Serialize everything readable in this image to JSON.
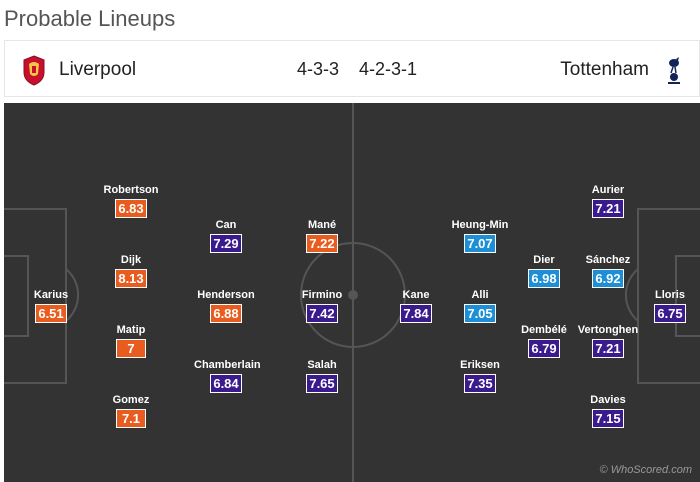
{
  "page": {
    "title": "Probable Lineups"
  },
  "home": {
    "name": "Liverpool",
    "formation": "4-3-3",
    "crest_icon": "liverpool-crest-icon",
    "color": "#e85d1f"
  },
  "away": {
    "name": "Tottenham",
    "formation": "4-2-3-1",
    "crest_icon": "tottenham-crest-icon",
    "color": "#3a1a8c"
  },
  "rating_colors": {
    "orange": "#e85d1f",
    "purple": "#3a1a8c",
    "blue": "#1d8fd6"
  },
  "home_players": [
    {
      "name": "Karius",
      "rating": "6.51",
      "color": "orange"
    },
    {
      "name": "Robertson",
      "rating": "6.83",
      "color": "orange"
    },
    {
      "name": "Dijk",
      "rating": "8.13",
      "color": "orange"
    },
    {
      "name": "Matip",
      "rating": "7",
      "color": "orange"
    },
    {
      "name": "Gomez",
      "rating": "7.1",
      "color": "orange"
    },
    {
      "name": "Can",
      "rating": "7.29",
      "color": "purple"
    },
    {
      "name": "Henderson",
      "rating": "6.88",
      "color": "orange"
    },
    {
      "name": "Chamberlain",
      "rating": "6.84",
      "color": "purple"
    },
    {
      "name": "Mané",
      "rating": "7.22",
      "color": "orange"
    },
    {
      "name": "Firmino",
      "rating": "7.42",
      "color": "purple"
    },
    {
      "name": "Salah",
      "rating": "7.65",
      "color": "purple"
    }
  ],
  "away_players": [
    {
      "name": "Kane",
      "rating": "7.84",
      "color": "purple"
    },
    {
      "name": "Heung-Min",
      "rating": "7.07",
      "color": "blue"
    },
    {
      "name": "Alli",
      "rating": "7.05",
      "color": "blue"
    },
    {
      "name": "Eriksen",
      "rating": "7.35",
      "color": "purple"
    },
    {
      "name": "Dier",
      "rating": "6.98",
      "color": "blue"
    },
    {
      "name": "Sánchez",
      "rating": "6.92",
      "color": "blue"
    },
    {
      "name": "Aurier",
      "rating": "7.21",
      "color": "purple"
    },
    {
      "name": "Dembélé",
      "rating": "6.79",
      "color": "purple"
    },
    {
      "name": "Vertonghen",
      "rating": "7.21",
      "color": "purple"
    },
    {
      "name": "Davies",
      "rating": "7.15",
      "color": "purple"
    },
    {
      "name": "Lloris",
      "rating": "6.75",
      "color": "purple"
    }
  ],
  "watermark": "© WhoScored.com"
}
